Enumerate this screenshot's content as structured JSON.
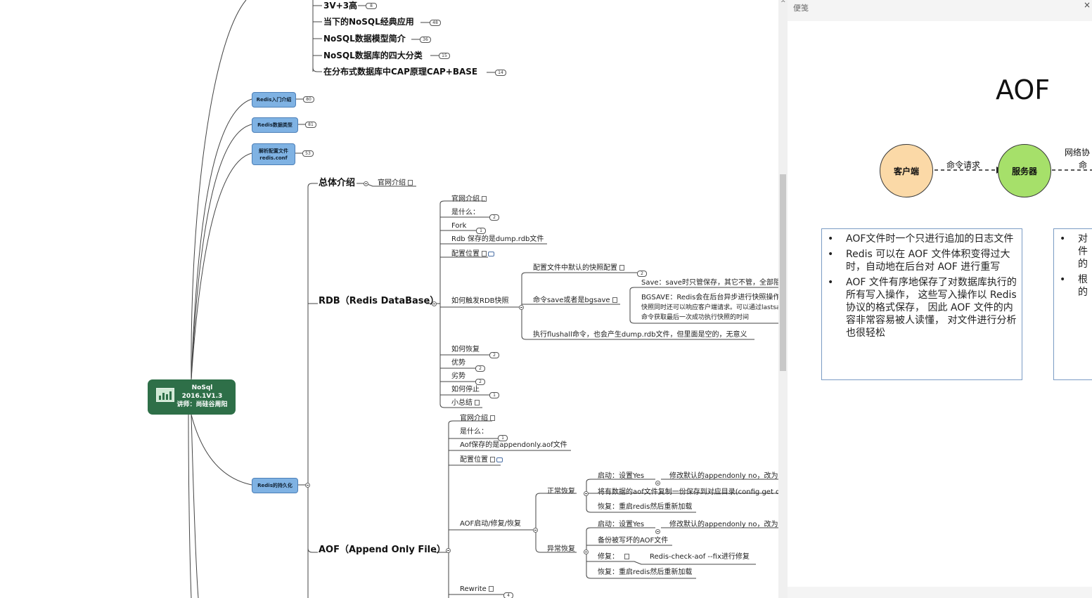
{
  "mindmap": {
    "root": {
      "line1": "NoSql",
      "line2": "2016.1V1.3",
      "line3": "讲师：尚硅谷周阳"
    },
    "top_branch_items": [
      {
        "label": "3V+3高",
        "count": "8"
      },
      {
        "label": "当下的NoSQL经典应用",
        "count": "48"
      },
      {
        "label": "NoSQL数据模型简介",
        "count": "36"
      },
      {
        "label": "NoSQL数据库的四大分类",
        "count": "15"
      },
      {
        "label": "在分布式数据库中CAP原理CAP+BASE",
        "count": "14"
      }
    ],
    "topics": [
      {
        "label": "Redis入门介绍",
        "count": "80"
      },
      {
        "label": "Redis数据类型",
        "count": "81"
      },
      {
        "line1": "解析配置文件",
        "line2": "redis.conf",
        "count": "53"
      },
      {
        "label": "Redis的持久化"
      }
    ],
    "overview": {
      "label": "总体介绍",
      "child": "官网介绍"
    },
    "rdb": {
      "label": "RDB（Redis DataBase）",
      "items": [
        {
          "label": "官网介绍"
        },
        {
          "label": "是什么：",
          "count": "2"
        },
        {
          "label": "Fork",
          "count": "1"
        },
        {
          "label": "Rdb 保存的是dump.rdb文件"
        },
        {
          "label": "配置位置"
        },
        {
          "label": "如何触发RDB快照"
        },
        {
          "label": "如何恢复",
          "count": "2"
        },
        {
          "label": "优势",
          "count": "2"
        },
        {
          "label": "劣势",
          "count": "2"
        },
        {
          "label": "如何停止",
          "count": "1"
        },
        {
          "label": "小总结"
        }
      ],
      "trigger": {
        "config": {
          "label": "配置文件中默认的快照配置",
          "count": "2"
        },
        "cmd": "命令save或者是bgsave",
        "save": "Save：save时只管保存，其它不管，全部阻塞",
        "bgsave1": "BGSAVE：Redis会在后台异步进行快照操作，",
        "bgsave2": "快照同时还可以响应客户端请求。可以通过lastsave",
        "bgsave3": "命令获取最后一次成功执行快照的时间",
        "flushall": "执行flushall命令，也会产生dump.rdb文件，但里面是空的，无意义"
      }
    },
    "aof": {
      "label": "AOF（Append Only File）",
      "items": [
        {
          "label": "官网介绍"
        },
        {
          "label": "是什么：",
          "count": "1"
        },
        {
          "label": "Aof保存的是appendonly.aof文件"
        },
        {
          "label": "配置位置"
        },
        {
          "label": "AOF启动/修复/恢复"
        },
        {
          "label": "Rewrite",
          "count": "4"
        }
      ],
      "normal": {
        "label": "正常恢复",
        "start": "启动：设置Yes",
        "start_detail": "修改默认的appendonly no，改为yes",
        "copy": "将有数据的aof文件复制一份保存到对应目录(config get dir)",
        "restore": "恢复：重启redis然后重新加载"
      },
      "abnormal": {
        "label": "异常恢复",
        "start": "启动：设置Yes",
        "start_detail": "修改默认的appendonly no，改为yes",
        "backup": "备份被写坏的AOF文件",
        "repair": "修复：",
        "repair_cmd": "Redis-check-aof --fix进行修复",
        "restore": "恢复：重启redis然后重新加载"
      }
    }
  },
  "notes": {
    "title": "便笺",
    "close": "×",
    "slide": {
      "title": "AOF",
      "client": "客户端",
      "server": "服务器",
      "arrow_label": "命令请求",
      "network_line1": "网络协",
      "network_line2": "命",
      "box1": [
        "AOF文件时一个只进行追加的日志文件",
        "Redis 可以在 AOF 文件体积变得过大时，自动地在后台对 AOF 进行重写",
        "AOF 文件有序地保存了对数据库执行的所有写入操作， 这些写入操作以 Redis 协议的格式保存， 因此 AOF 文件的内容非常容易被人读懂， 对文件进行分析也很轻松"
      ],
      "box2": [
        "对件的",
        "根的"
      ]
    }
  }
}
